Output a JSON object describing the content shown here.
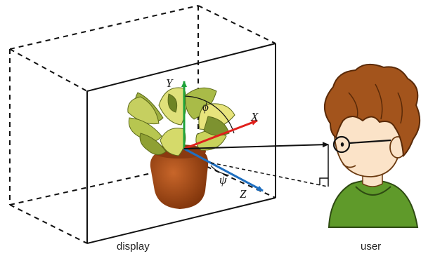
{
  "labels": {
    "display": "display",
    "user": "user"
  },
  "axes": {
    "x": "X",
    "y": "Y",
    "z": "Z",
    "phi": "ϕ",
    "psi": "ψ"
  },
  "colors": {
    "x_axis": "#e0201c",
    "y_axis": "#1fa33a",
    "z_axis": "#1f6fc0",
    "hair": "#a3541c",
    "shirt": "#5f9a2a",
    "skin": "#fbe3c8",
    "plant_leaf": "#b8c64a",
    "plant_pot": "#a84a14"
  }
}
